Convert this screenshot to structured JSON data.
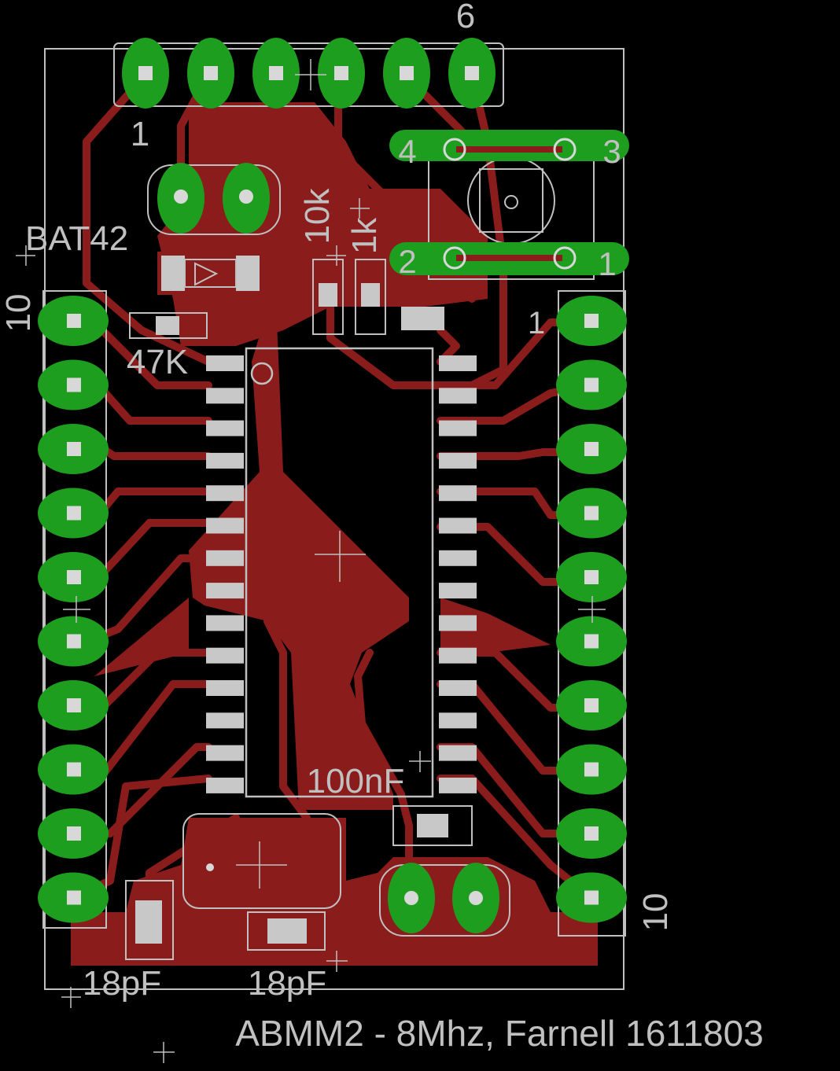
{
  "colors": {
    "background": "#000000",
    "copper": "#8b1c1c",
    "pad": "#1e9e1e",
    "drill": "#d8d8d8",
    "silkscreen": "#c0c0c0",
    "smd_pad": "#c8c8c8"
  },
  "labels": {
    "pin_header_top_first": "1",
    "pin_header_top_last": "6",
    "diode": "BAT42",
    "left_header_index": "10",
    "right_header_first": "1",
    "right_header_last": "10",
    "res_10k": "10k",
    "res_1k": "1k",
    "res_47k": "47K",
    "cap_100nf": "100nF",
    "cap_18pf_left": "18pF",
    "cap_18pf_right": "18pF",
    "switch_pin_1": "1",
    "switch_pin_2": "2",
    "switch_pin_3": "3",
    "switch_pin_4": "4",
    "board_caption": "ABMM2 - 8Mhz, Farnell 1611803"
  },
  "headers": {
    "top_pin_count": 6,
    "left_pin_count": 10,
    "right_pin_count": 10,
    "ic_pins_per_side": 14
  }
}
